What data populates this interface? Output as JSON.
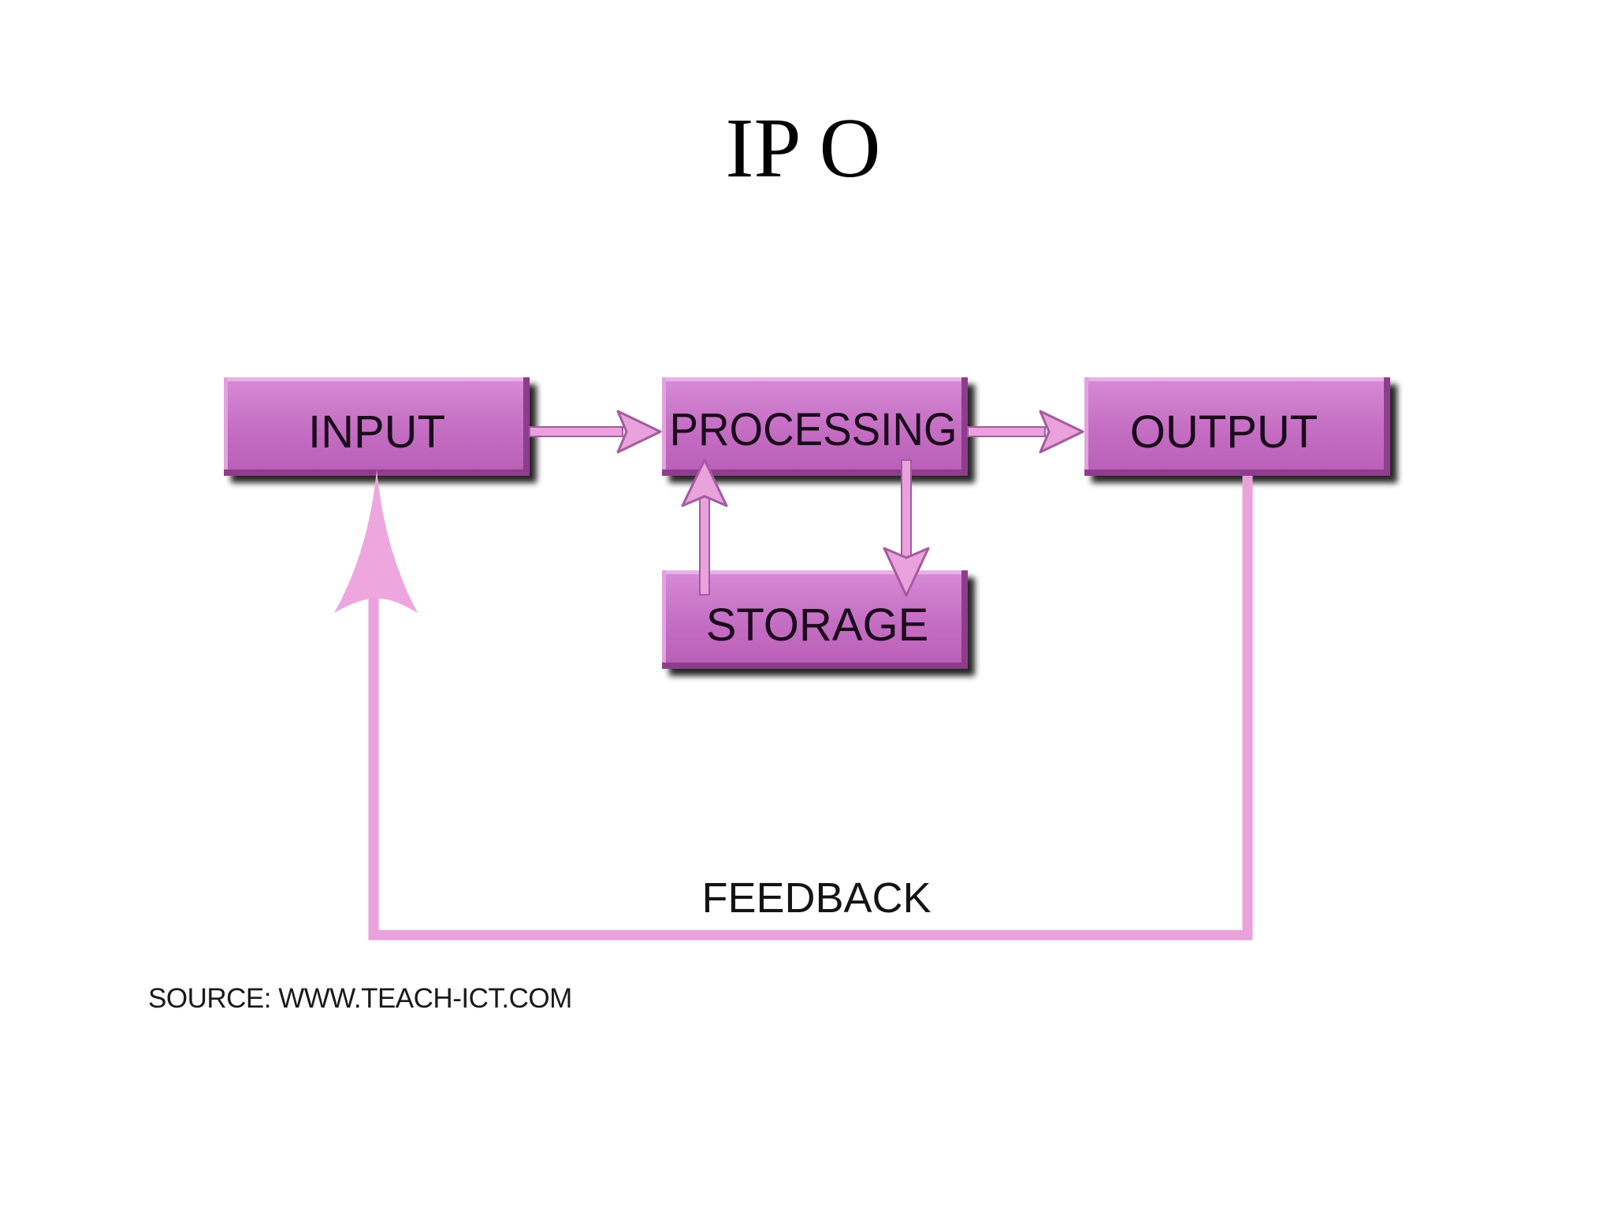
{
  "title": "IP O",
  "diagram": {
    "nodes": {
      "input": "INPUT",
      "processing": "PROCESSING",
      "output": "OUTPUT",
      "storage": "STORAGE"
    },
    "feedback_label": "FEEDBACK"
  },
  "source": "SOURCE: WWW.TEACH-ICT.COM",
  "colors": {
    "box_fill": "#c873c8",
    "box_shadow": "#3d1a3d",
    "arrow": "#e9a2dc"
  }
}
